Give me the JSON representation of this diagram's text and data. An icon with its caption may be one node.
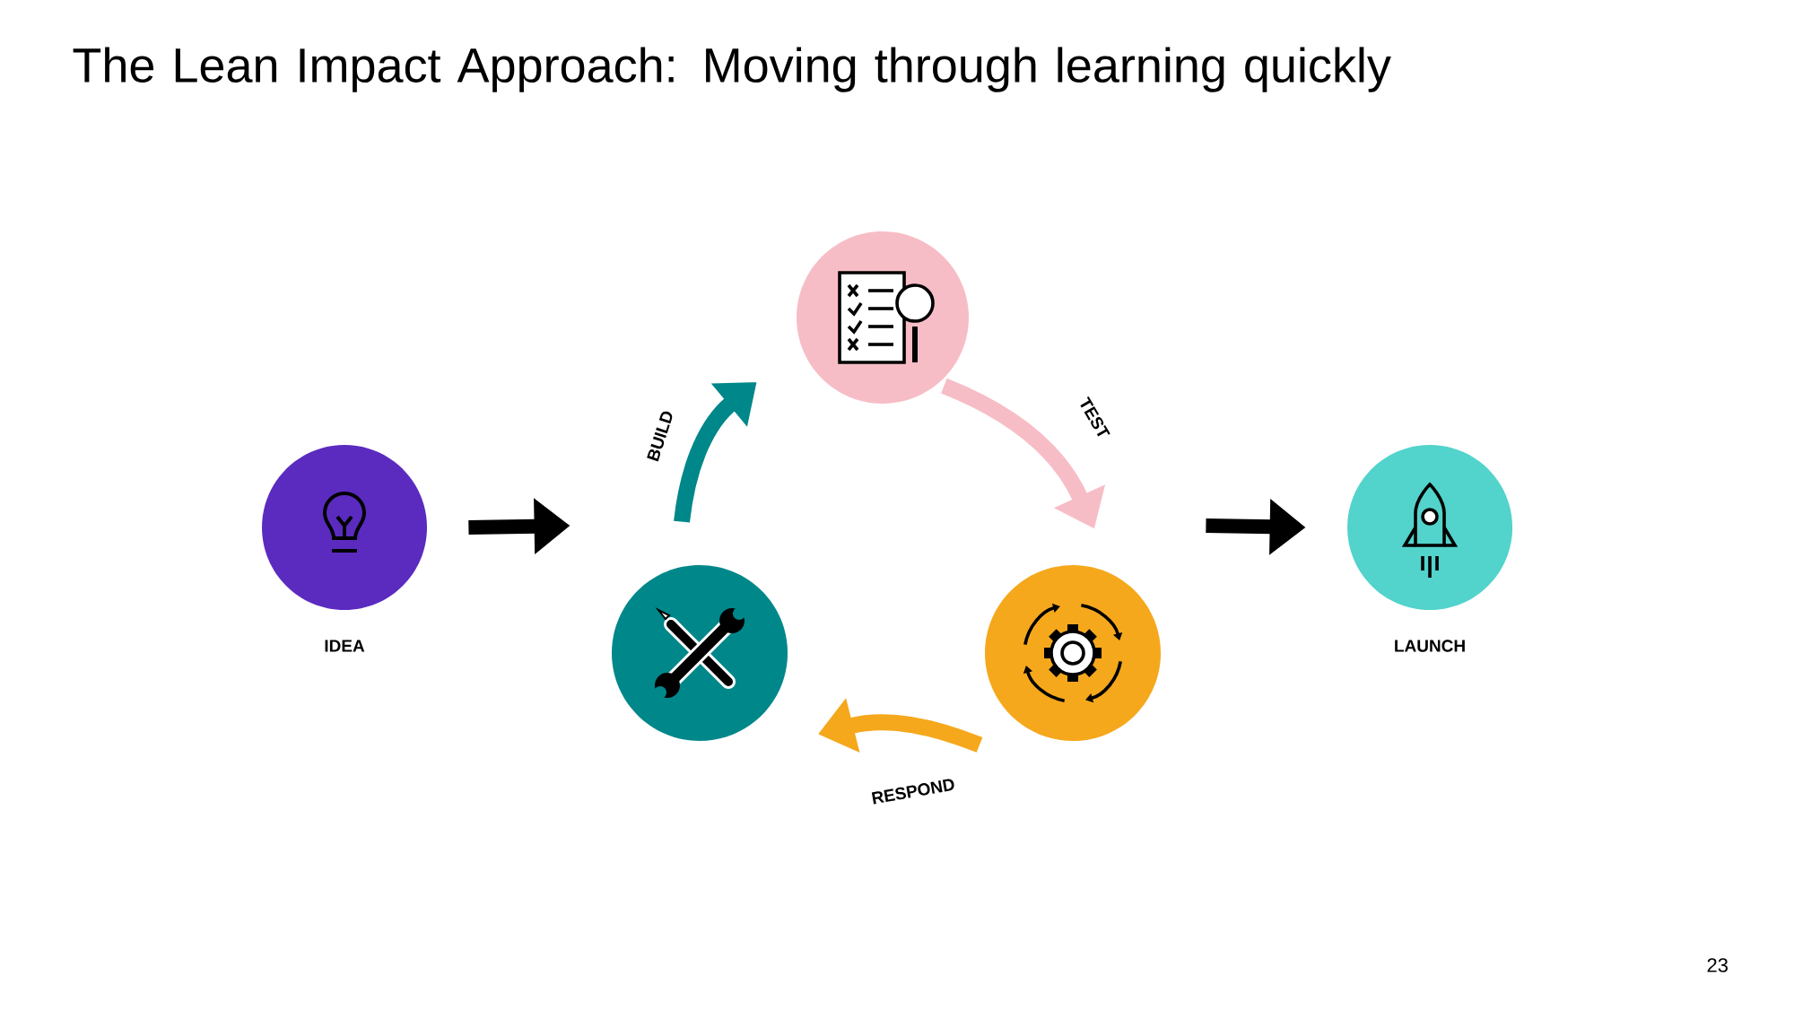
{
  "diagram": {
    "title": "The Lean Impact Approach: Moving through learning quickly",
    "nodes": [
      {
        "text": [],
        "shape": "circle",
        "beside": [
          "IDEA"
        ]
      },
      {
        "text": [],
        "shape": "circle"
      },
      {
        "text": [],
        "shape": "circle"
      },
      {
        "text": [],
        "shape": "circle"
      },
      {
        "text": [],
        "shape": "circle",
        "beside": [
          "LAUNCH"
        ]
      }
    ],
    "edges": [
      {
        "from": 0,
        "to": 1,
        "arrow": "to",
        "color": "#000000"
      },
      {
        "from": 1,
        "to": 2,
        "arrow": "to",
        "label": "BUILD",
        "color": "#00878a"
      },
      {
        "from": 2,
        "to": 3,
        "arrow": "to",
        "label": "TEST",
        "color": "#f7bdc6"
      },
      {
        "from": 3,
        "to": 1,
        "arrow": "to",
        "label": "RESPOND",
        "color": "#f5a81c"
      },
      {
        "from": 3,
        "to": 4,
        "arrow": "to",
        "color": "#000000"
      }
    ],
    "labels": [
      "23"
    ]
  }
}
